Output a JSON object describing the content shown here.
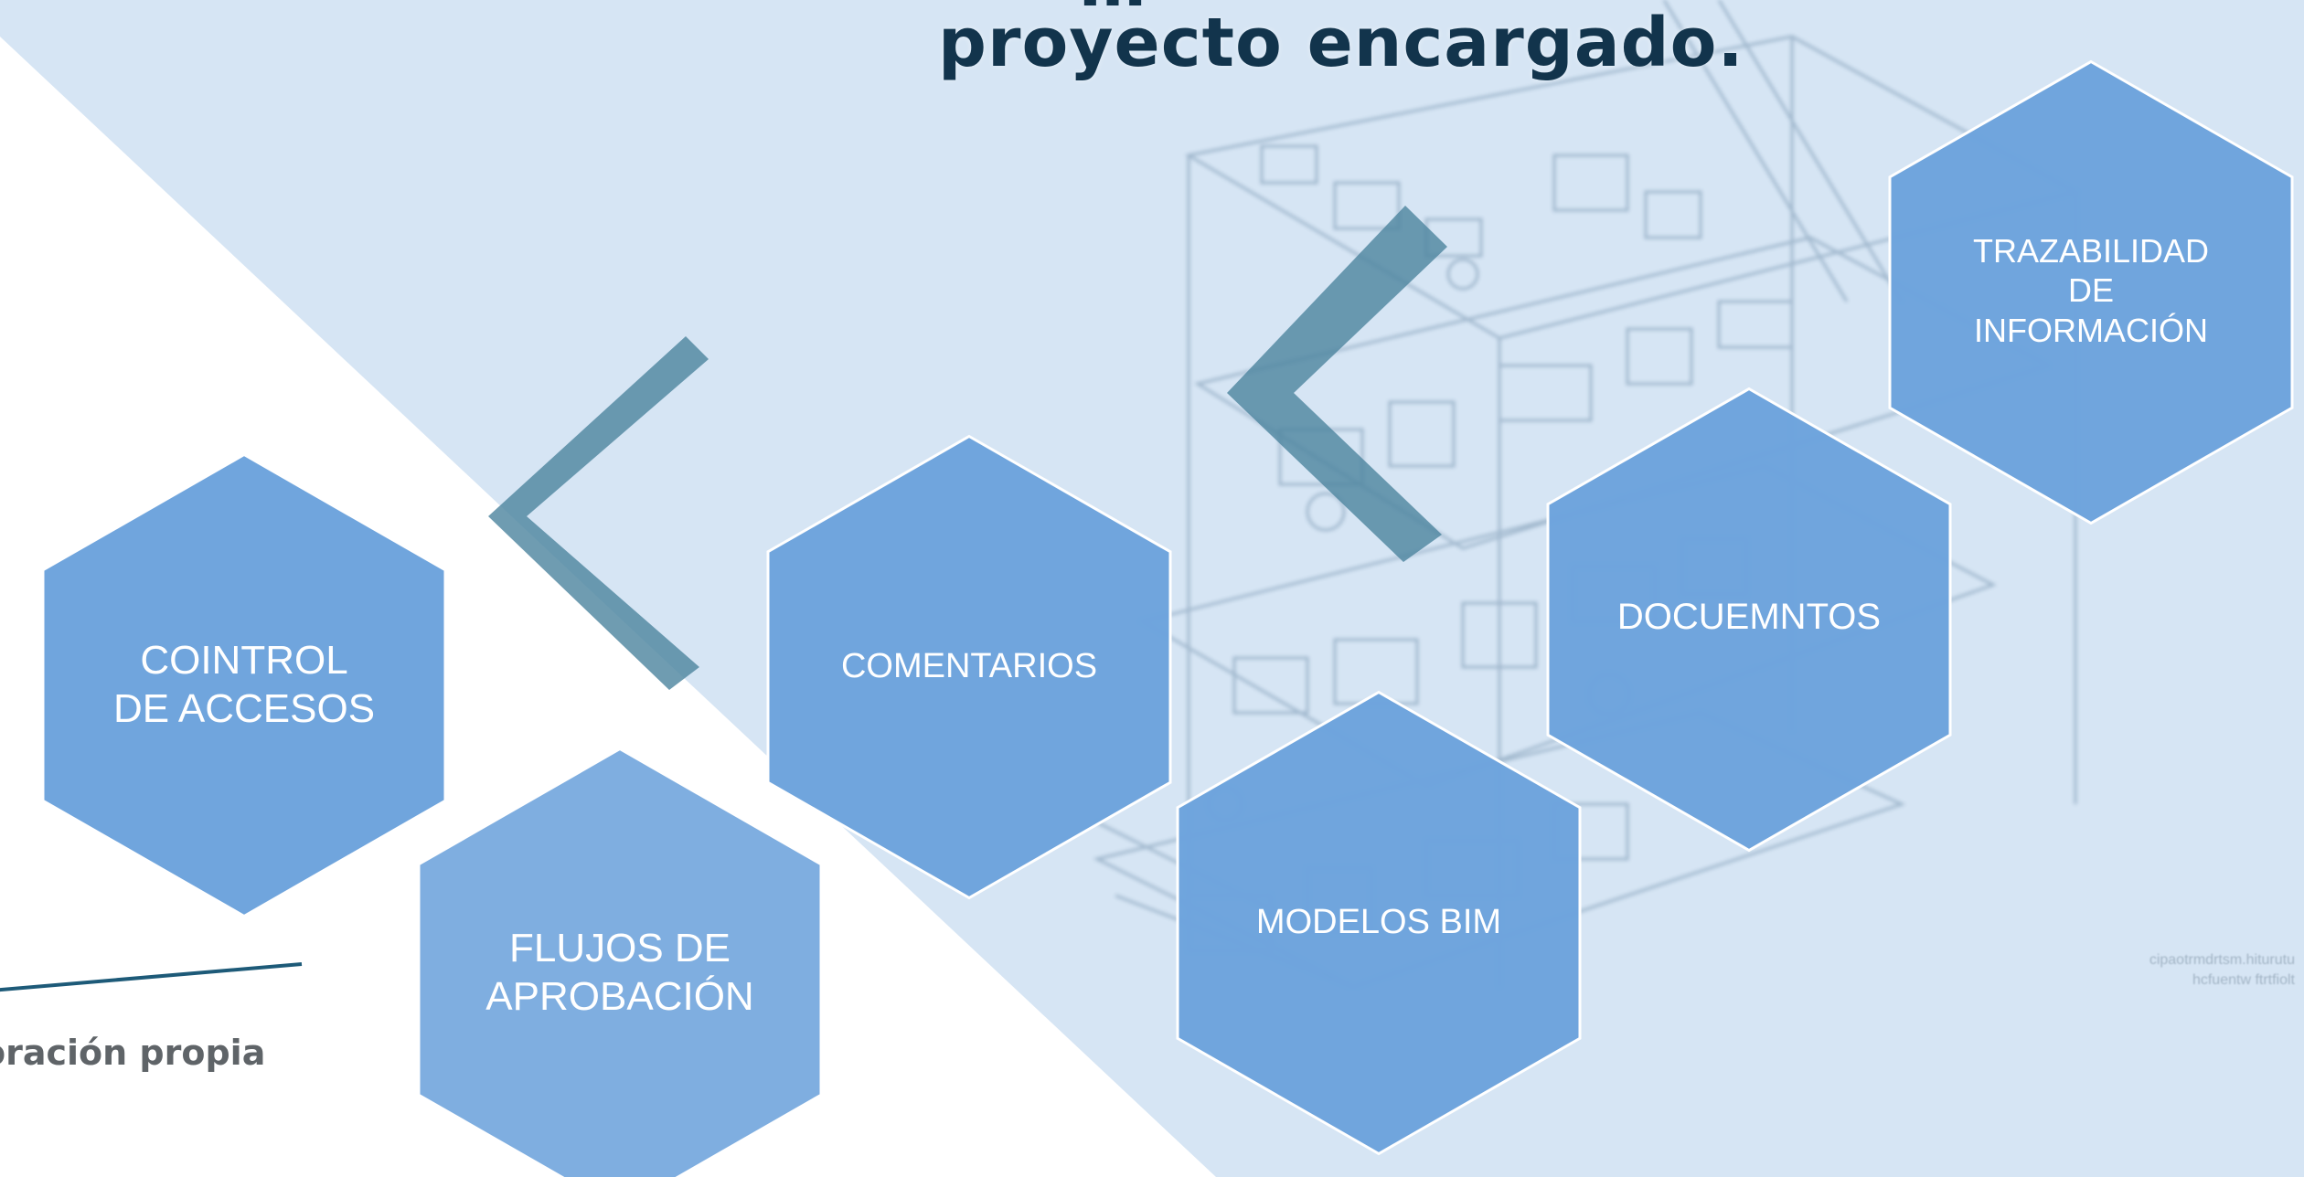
{
  "slide": {
    "title_partial": "…",
    "title_line2": "proyecto encargado.",
    "source_note": "oración propia",
    "drawing_caption_line1": "cipaotrmdrtsm.hiturutu",
    "drawing_caption_line2": "hcfuentw ftrtfiolt"
  },
  "hexagons": [
    {
      "id": "control",
      "label_lines": [
        "COINTROL",
        "DE ACCESOS"
      ]
    },
    {
      "id": "flujos",
      "label_lines": [
        "FLUJOS DE",
        "APROBACIÓN"
      ]
    },
    {
      "id": "comentarios",
      "label_lines": [
        "COMENTARIOS"
      ]
    },
    {
      "id": "modelos",
      "label_lines": [
        "MODELOS BIM"
      ]
    },
    {
      "id": "documentos",
      "label_lines": [
        "DOCUEMNTOS"
      ]
    },
    {
      "id": "trazabilidad",
      "label_lines": [
        "TRAZABILIDAD",
        "DE",
        "INFORMACIÓN"
      ]
    }
  ],
  "colors": {
    "background_light_blue": "#d6e5f4",
    "hexagon_blue": "#6da3dc",
    "hexagon_border": "#ffffff",
    "chevron": "#4f86a0",
    "title_text": "#12344c",
    "source_line": "#1d5a78",
    "source_text": "#5f6468"
  },
  "icons": [
    "chevron-left-icon",
    "chevron-left-icon"
  ]
}
